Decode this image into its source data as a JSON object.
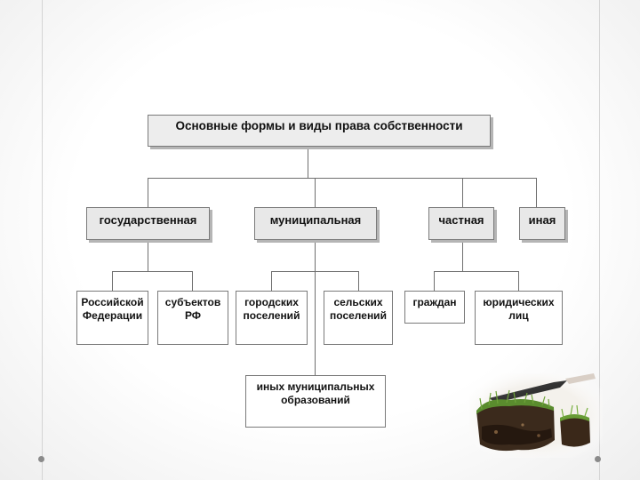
{
  "diagram": {
    "title": "Основные  формы  и  виды  права собственности",
    "forms": [
      {
        "label": "государственная"
      },
      {
        "label": "муниципальная"
      },
      {
        "label": "частная"
      },
      {
        "label": "иная"
      }
    ],
    "state_types": [
      {
        "label": "Российской\nФедерации"
      },
      {
        "label": "субъектов\nРФ"
      }
    ],
    "municipal_types": [
      {
        "label": "городских\nпоселений"
      },
      {
        "label": "сельских\nпоселений"
      },
      {
        "label": "иных муниципальных\nобразований"
      }
    ],
    "private_types": [
      {
        "label": "граждан"
      },
      {
        "label": "юридических\nлиц"
      }
    ]
  },
  "image": {
    "icon": "land-cutting-knife-image"
  }
}
